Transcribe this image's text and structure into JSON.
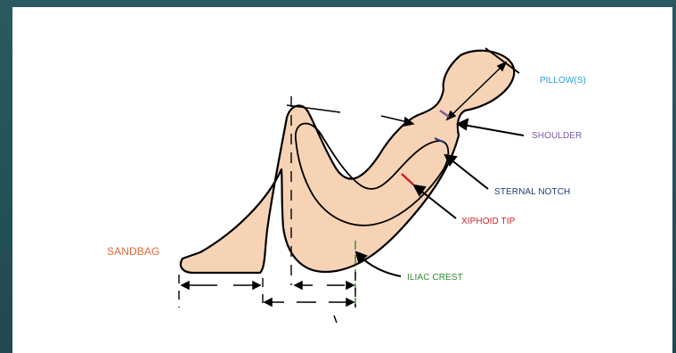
{
  "labels": {
    "pillow": "PILLOW(S)",
    "shoulder": "SHOULDER",
    "sternal_notch": "STERNAL NOTCH",
    "xiphoid_tip": "XIPHOID TIP",
    "iliac_crest": "ILIAC CREST",
    "sandbag": "SANDBAG"
  },
  "colors": {
    "frame": "#1f4a4f",
    "slide": "#ffffff",
    "body_fill": "#f7d3b5",
    "outline": "#000000",
    "pillow": "#2aa0d8",
    "shoulder": "#7a5aa6",
    "sternal_notch": "#1f3e77",
    "xiphoid_tip": "#cc2222",
    "iliac_crest": "#2f8a2f",
    "sandbag": "#e06a3a"
  }
}
